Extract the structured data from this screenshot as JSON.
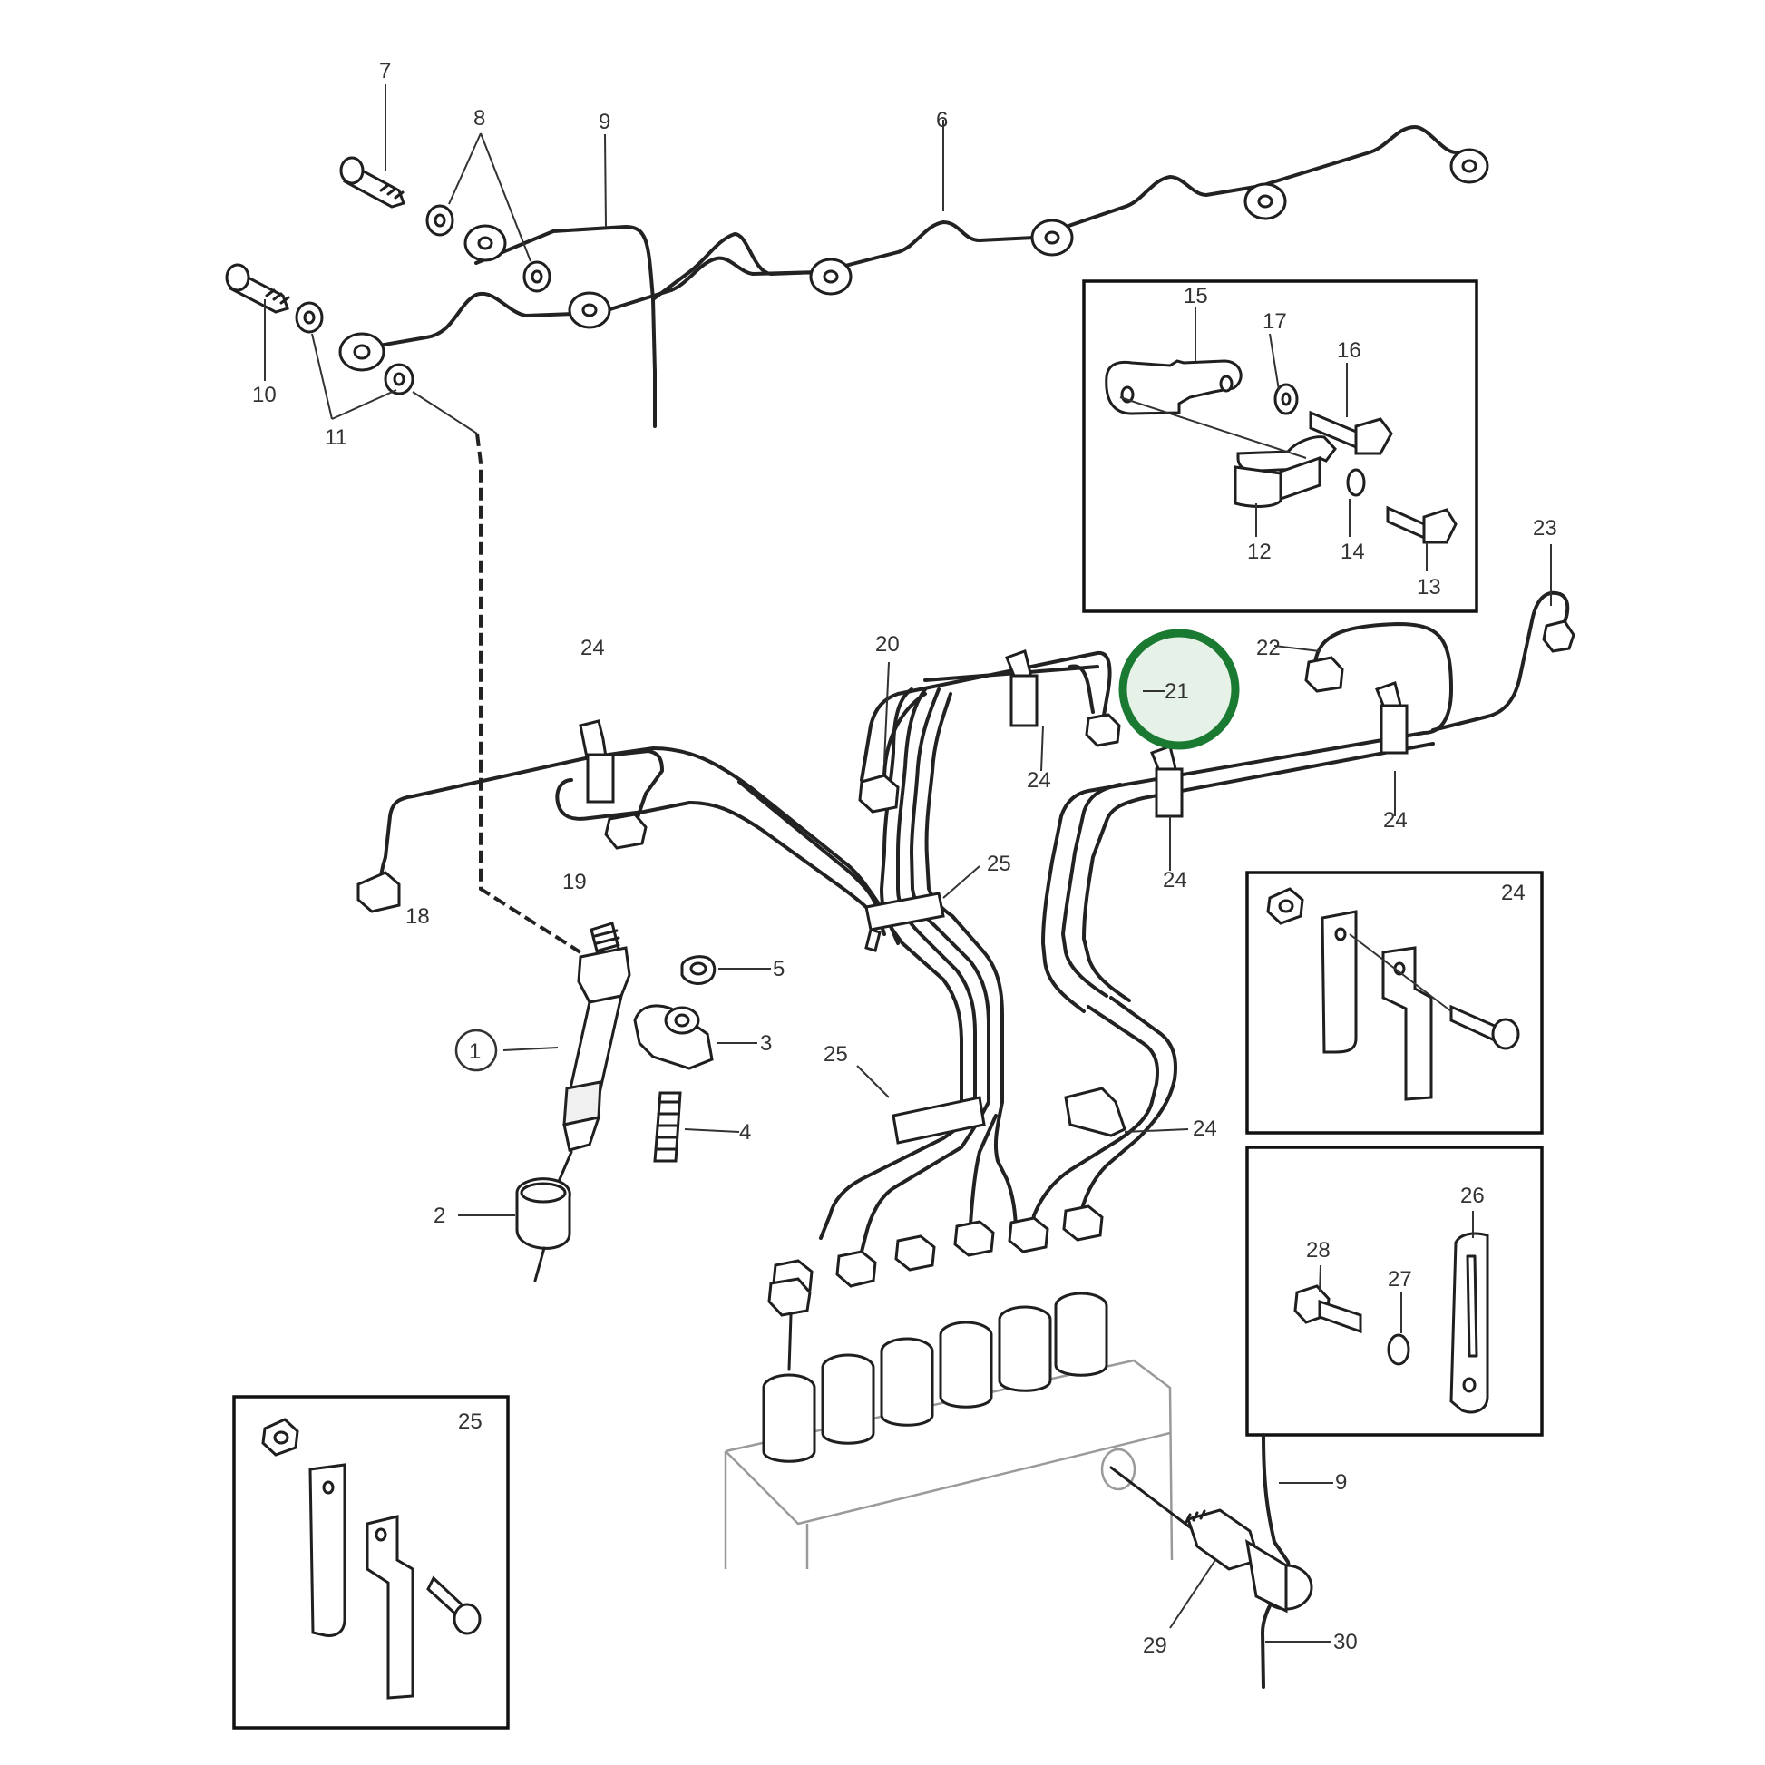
{
  "callouts": {
    "c1": "1",
    "c2": "2",
    "c3": "3",
    "c4": "4",
    "c5": "5",
    "c6": "6",
    "c7": "7",
    "c8": "8",
    "c9_top": "9",
    "c9_bottom": "9",
    "c10": "10",
    "c11": "11",
    "c12": "12",
    "c13": "13",
    "c14": "14",
    "c15": "15",
    "c16": "16",
    "c17": "17",
    "c18": "18",
    "c19": "19",
    "c20": "20",
    "c21": "21",
    "c22": "22",
    "c23": "23",
    "c24_a": "24",
    "c24_b": "24",
    "c24_c": "24",
    "c24_d": "24",
    "c24_e": "24",
    "c24_inset": "24",
    "c25_a": "25",
    "c25_b": "25",
    "c25_inset": "25",
    "c26": "26",
    "c27": "27",
    "c28": "28",
    "c29": "29",
    "c30": "30"
  },
  "highlight": {
    "part": "21",
    "color": "#1a7a32"
  }
}
